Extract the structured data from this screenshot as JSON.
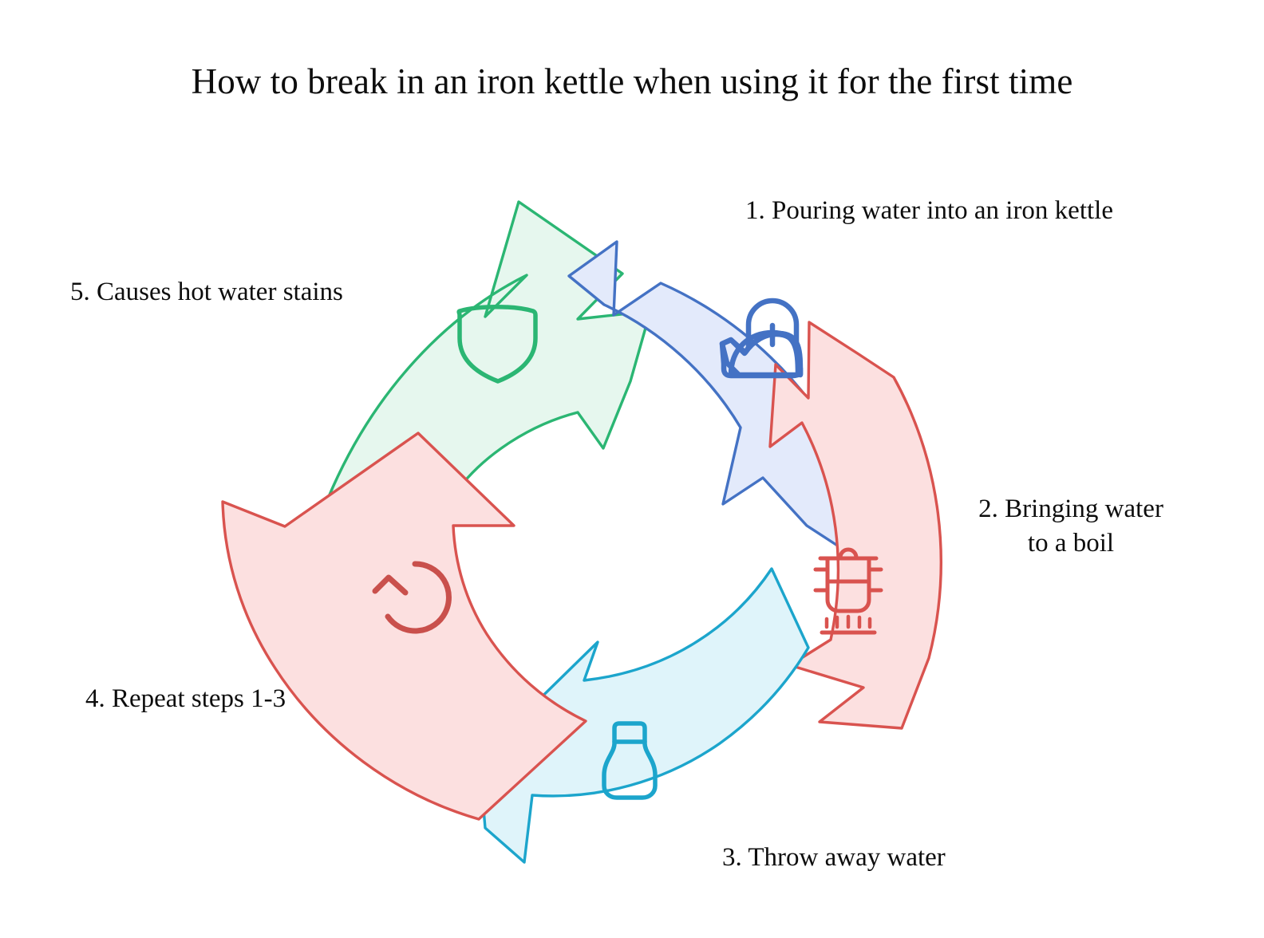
{
  "title": "How to break in an iron kettle when using it for the first time",
  "steps": [
    {
      "id": 1,
      "label": "1. Pouring water into an iron kettle",
      "icon": "kettle-icon",
      "color": "#4472C4",
      "fill": "#E3EAFB"
    },
    {
      "id": 2,
      "label": "2. Bringing water\nto a boil",
      "icon": "cooking-pot-icon",
      "color": "#D9534F",
      "fill": "#FCE0E0"
    },
    {
      "id": 3,
      "label": "3. Throw away water",
      "icon": "bottle-icon",
      "color": "#1CA5CC",
      "fill": "#DFF4FA"
    },
    {
      "id": 4,
      "label": "4. Repeat steps 1-3",
      "icon": "refresh-arrow-icon",
      "color": "#D9534F",
      "fill": "#FCE0E0"
    },
    {
      "id": 5,
      "label": "5. Causes hot water stains",
      "icon": "shield-icon",
      "color": "#2BB673",
      "fill": "#E6F7EE"
    }
  ],
  "colors": {
    "background": "#FFFFFF",
    "text": "#0D0D0D",
    "blue_stroke": "#4472C4",
    "blue_fill": "#E3EAFB",
    "red_stroke": "#D9534F",
    "red_fill": "#FCE0E0",
    "cyan_stroke": "#1CA5CC",
    "cyan_fill": "#DFF4FA",
    "green_stroke": "#2BB673",
    "green_fill": "#E6F7EE"
  }
}
